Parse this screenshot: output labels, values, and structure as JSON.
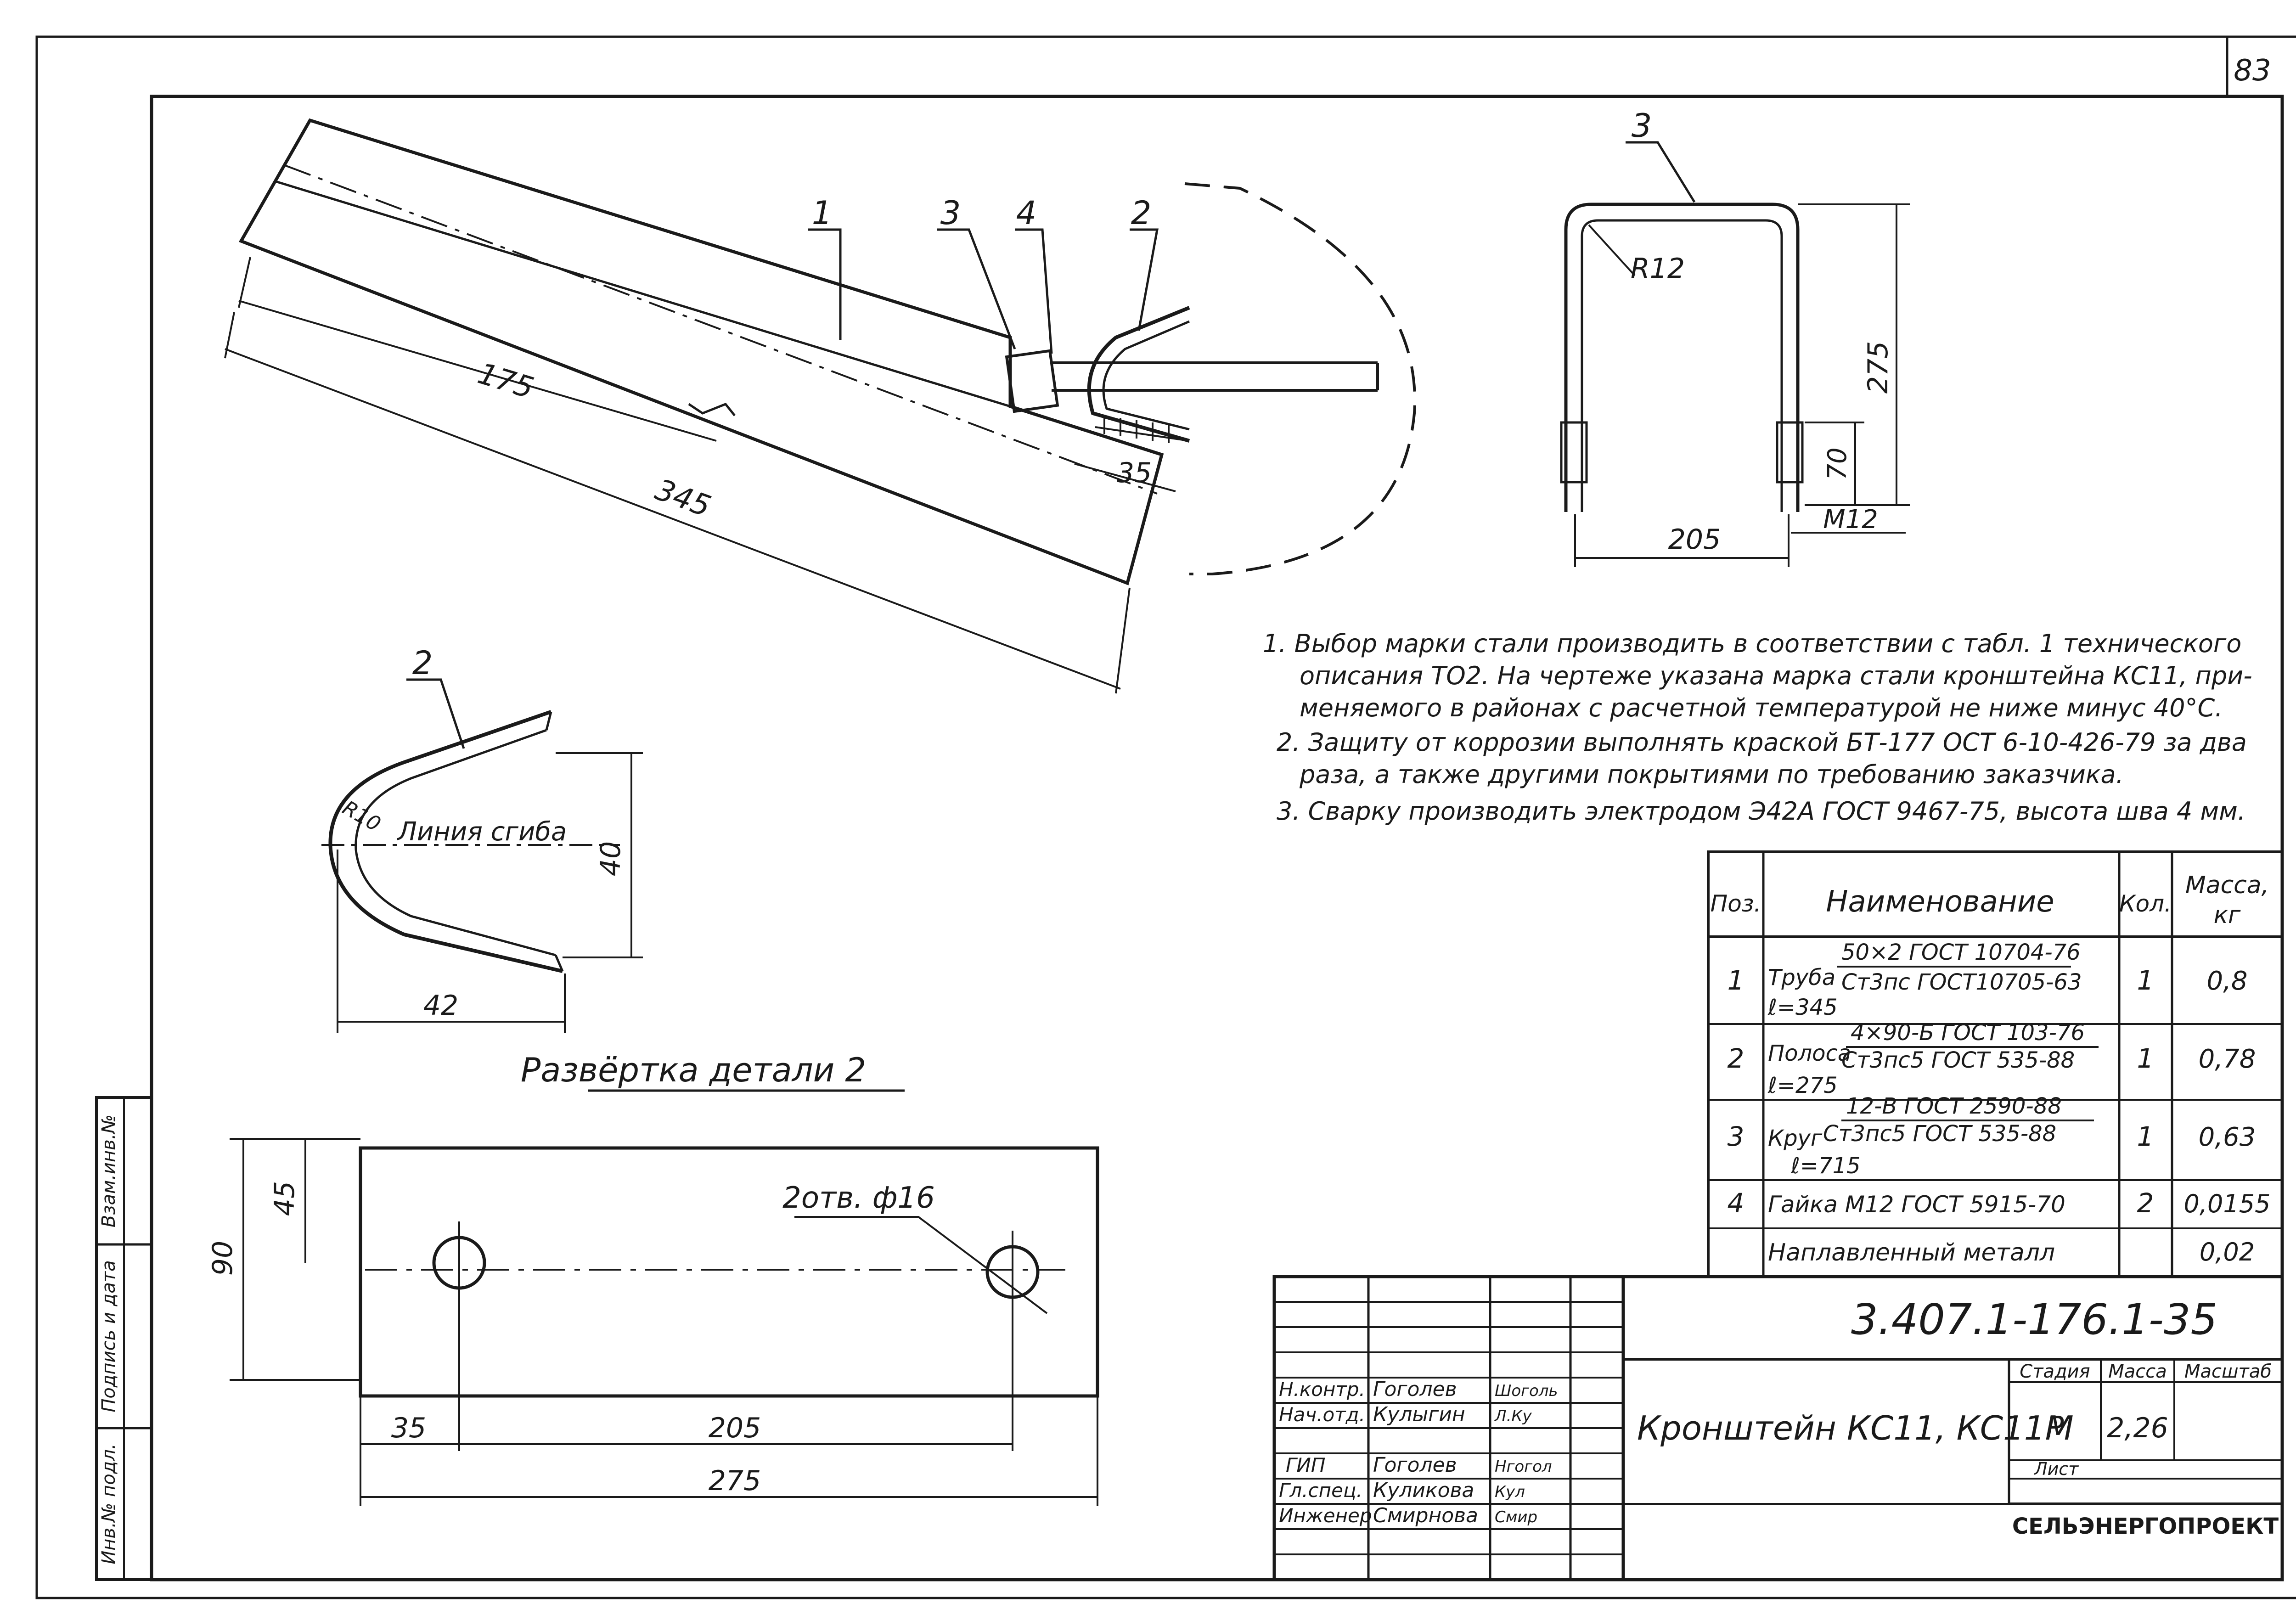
{
  "sheet": {
    "number": "83"
  },
  "details": {
    "pos_labels": [
      "1",
      "2",
      "3",
      "4"
    ],
    "main_view": {
      "dim_175": "175",
      "dim_345": "345",
      "dim_35": "35"
    },
    "part3_view": {
      "label": "3",
      "radius": "R12",
      "dim_275": "275",
      "dim_70": "70",
      "dim_205": "205",
      "thread": "M12"
    },
    "part2_view": {
      "label": "2",
      "radius": "R10",
      "bend_line": "Линия сгиба",
      "dim_40": "40",
      "dim_42": "42"
    },
    "development": {
      "title": "Развёртка детали 2",
      "holes": "2отв. ф16",
      "dim_90": "90",
      "dim_45": "45",
      "dim_35": "35",
      "dim_205": "205",
      "dim_275": "275"
    }
  },
  "notes": [
    "1. Выбор марки стали производить в соответствии с табл. 1 технического",
    "описания ТО2. На чертеже указана марка стали кронштейна КС11, при-",
    "меняемого в районах с расчетной температурой не ниже минус 40°С.",
    "2. Защиту от коррозии выполнять краской БТ-177 ОСТ 6-10-426-79 за два",
    "раза, а также другими покрытиями по требованию заказчика.",
    "3. Сварку производить электродом Э42А ГОСТ 9467-75, высота шва 4 мм."
  ],
  "spec_table": {
    "headers": {
      "pos": "Поз.",
      "name": "Наименование",
      "qty": "Кол.",
      "mass_top": "Масса,",
      "mass_unit": "кг"
    },
    "rows": [
      {
        "pos": "1",
        "name": "Труба",
        "top": "50×2 ГОСТ 10704-76",
        "bottom": "Ст3пс ГОСТ10705-63",
        "extra": "ℓ=345",
        "qty": "1",
        "mass": "0,8"
      },
      {
        "pos": "2",
        "name": "Полоса",
        "top": "4×90-Б ГОСТ 103-76",
        "bottom": "Ст3пс5 ГОСТ 535-88",
        "extra": "ℓ=275",
        "qty": "1",
        "mass": "0,78"
      },
      {
        "pos": "3",
        "name": "Круг",
        "top": "12-В ГОСТ 2590-88",
        "bottom": "Ст3пс5 ГОСТ 535-88",
        "extra": "ℓ=715",
        "qty": "1",
        "mass": "0,63"
      },
      {
        "pos": "4",
        "name": "Гайка М12 ГОСТ 5915-70",
        "top": "",
        "bottom": "",
        "extra": "",
        "qty": "2",
        "mass": "0,0155"
      },
      {
        "pos": "",
        "name": "Наплавленный металл",
        "top": "",
        "bottom": "",
        "extra": "",
        "qty": "",
        "mass": "0,02"
      }
    ]
  },
  "title_block": {
    "doc_code": "3.407.1-176.1-35",
    "title": "Кронштейн КС11, КС11М",
    "stage_label": "Стадия",
    "mass_label": "Масса",
    "scale_label": "Масштаб",
    "stage": "Р",
    "mass": "2,26",
    "sheet_label": "Лист",
    "org": "СЕЛЬЭНЕРГОПРОЕКТ",
    "people": [
      {
        "role": "Н.контр.",
        "name": "Гоголев",
        "sign": "Шоголь"
      },
      {
        "role": "Нач.отд.",
        "name": "Кулыгин",
        "sign": "Л.Ку"
      },
      {
        "role": "ГИП",
        "name": "Гоголев",
        "sign": "Нгогол"
      },
      {
        "role": "Гл.спец.",
        "name": "Куликова",
        "sign": "Кул"
      },
      {
        "role": "Инженер",
        "name": "Смирнова",
        "sign": "Смир"
      }
    ]
  },
  "side_stamp": {
    "inv_orig": "Инв.№ подл.",
    "sign_date": "Подпись и дата",
    "inv_dup": "Взам.инв.№"
  }
}
